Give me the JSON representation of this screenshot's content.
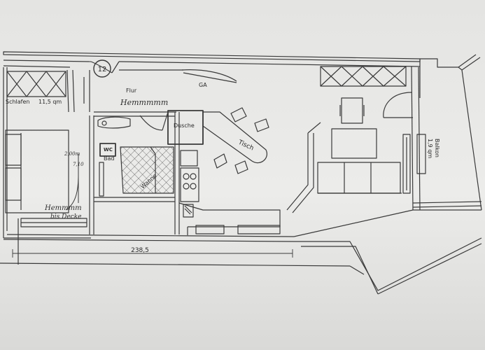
{
  "plan": {
    "unit_number": "12",
    "rooms": {
      "schlafen": "Schlafen",
      "schlafen_area": "11,5 qm",
      "flur": "Flur",
      "ga": "GA",
      "bad": "Bad",
      "wc": "WC",
      "dusche": "Dusche",
      "tisch": "Tisch",
      "wanne": "Wanne",
      "balkon": "Balkon",
      "balkon_area": "1,9 qm"
    },
    "dimensions": {
      "width_total": "238,5",
      "bad_a": "2,00m",
      "bad_b": "7,10"
    },
    "handwritten_notes": {
      "flur_note": "Hemmmmm",
      "bed_note": "Hemmmm",
      "bed_note_2": "bis Decke"
    }
  },
  "colors": {
    "paper": "#ececea",
    "ink": "#3a3a3a"
  }
}
